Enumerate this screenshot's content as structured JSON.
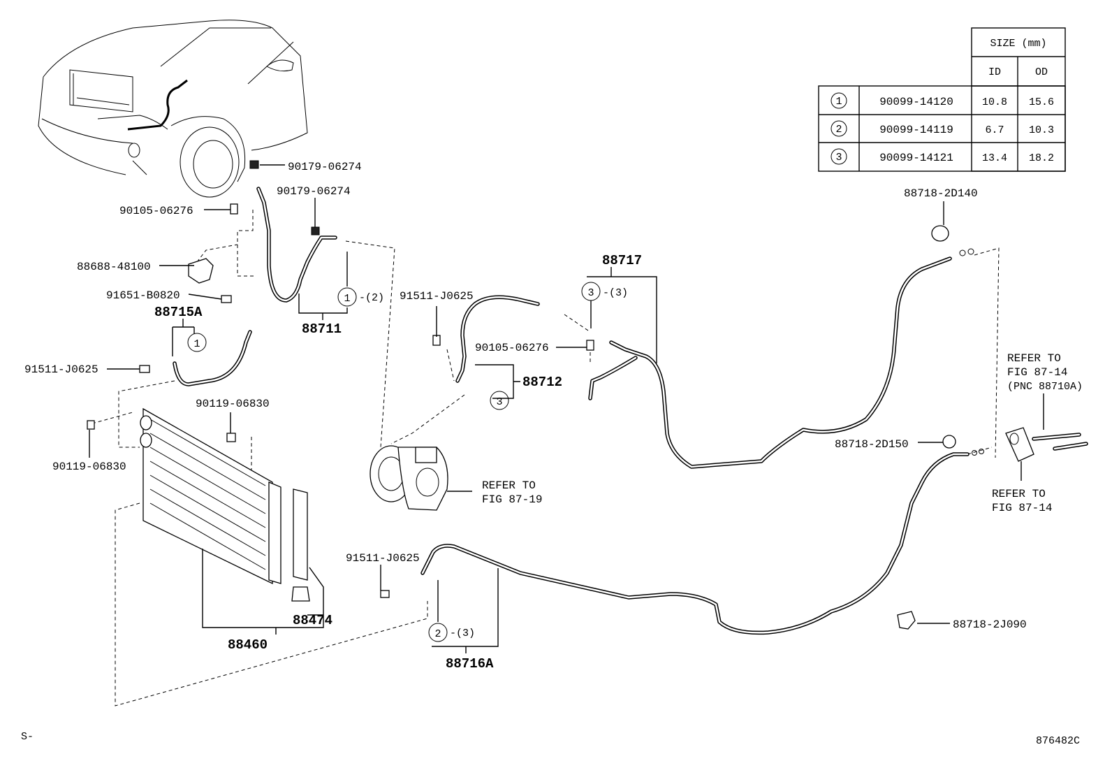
{
  "size_table": {
    "header": "SIZE (mm)",
    "col_id": "ID",
    "col_od": "OD",
    "rows": [
      {
        "ref": "1",
        "part": "90099-14120",
        "id": "10.8",
        "od": "15.6"
      },
      {
        "ref": "2",
        "part": "90099-14119",
        "id": "6.7",
        "od": "10.3"
      },
      {
        "ref": "3",
        "part": "90099-14121",
        "id": "13.4",
        "od": "18.2"
      }
    ]
  },
  "labels": {
    "p90179a": "90179-06274",
    "p90179b": "90179-06274",
    "p90105a": "90105-06276",
    "p88688": "88688-48100",
    "p91651": "91651-B0820",
    "p88715A": "88715A",
    "p91511a": "91511-J0625",
    "p90119a": "90119-06830",
    "p90119b": "90119-06830",
    "p88711": "88711",
    "qty2": "-(2)",
    "p91511b": "91511-J0625",
    "p88717": "88717",
    "qty3a": "-(3)",
    "p90105b": "90105-06276",
    "p88712": "88712",
    "p88718_2D140": "88718-2D140",
    "p88718_2D150": "88718-2D150",
    "refer_87_14_top_1": "REFER TO",
    "refer_87_14_top_2": "FIG 87-14",
    "refer_87_14_top_3": "(PNC 88710A)",
    "refer_87_14_bot_1": "REFER TO",
    "refer_87_14_bot_2": "FIG 87-14",
    "refer_87_19_1": "REFER TO",
    "refer_87_19_2": "FIG 87-19",
    "p91511c": "91511-J0625",
    "p88474": "88474",
    "p88460": "88460",
    "qty3b": "-(3)",
    "p88716A": "88716A",
    "p88718_2J090": "88718-2J090",
    "corner_left": "S-",
    "figure_code": "876482C",
    "c1a": "1",
    "c1b": "1",
    "c2": "2",
    "c3a": "3",
    "c3b": "3"
  }
}
